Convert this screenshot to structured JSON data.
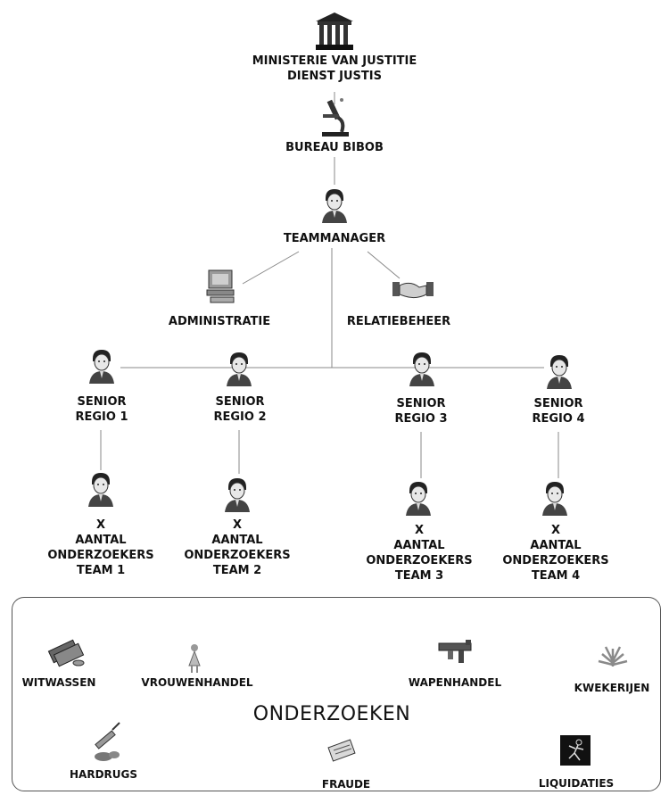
{
  "org": {
    "ministry": [
      "MINISTERIE VAN JUSTITIE",
      "DIENST JUSTIS"
    ],
    "bureau": "BUREAU BIBOB",
    "manager": "TEAMMANAGER",
    "administration": "ADMINISTRATIE",
    "relations": "RELATIEBEHEER",
    "seniors": [
      [
        "SENIOR",
        "REGIO 1"
      ],
      [
        "SENIOR",
        "REGIO 2"
      ],
      [
        "SENIOR",
        "REGIO 3"
      ],
      [
        "SENIOR",
        "REGIO 4"
      ]
    ],
    "teams": [
      [
        "X",
        "AANTAL",
        "ONDERZOEKERS",
        "TEAM 1"
      ],
      [
        "X",
        "AANTAL",
        "ONDERZOEKERS",
        "TEAM 2"
      ],
      [
        "X",
        "AANTAL",
        "ONDERZOEKERS",
        "TEAM 3"
      ],
      [
        "X",
        "AANTAL",
        "ONDERZOEKERS",
        "TEAM 4"
      ]
    ]
  },
  "investigations": {
    "title": "ONDERZOEKEN",
    "items": [
      "WITWASSEN",
      "VROUWENHANDEL",
      "WAPENHANDEL",
      "KWEKERIJEN",
      "HARDRUGS",
      "FRAUDE",
      "LIQUIDATIES"
    ]
  },
  "icons": {
    "ministry": "government-building-icon",
    "bureau": "microscope-icon",
    "person": "person-icon",
    "computer": "computer-icon",
    "handshake": "handshake-icon",
    "money": "money-icon",
    "woman": "woman-icon",
    "gun": "gun-icon",
    "cannabis": "cannabis-leaf-icon",
    "syringe": "syringe-icon",
    "document": "document-icon",
    "crime_scene": "crime-scene-icon"
  }
}
